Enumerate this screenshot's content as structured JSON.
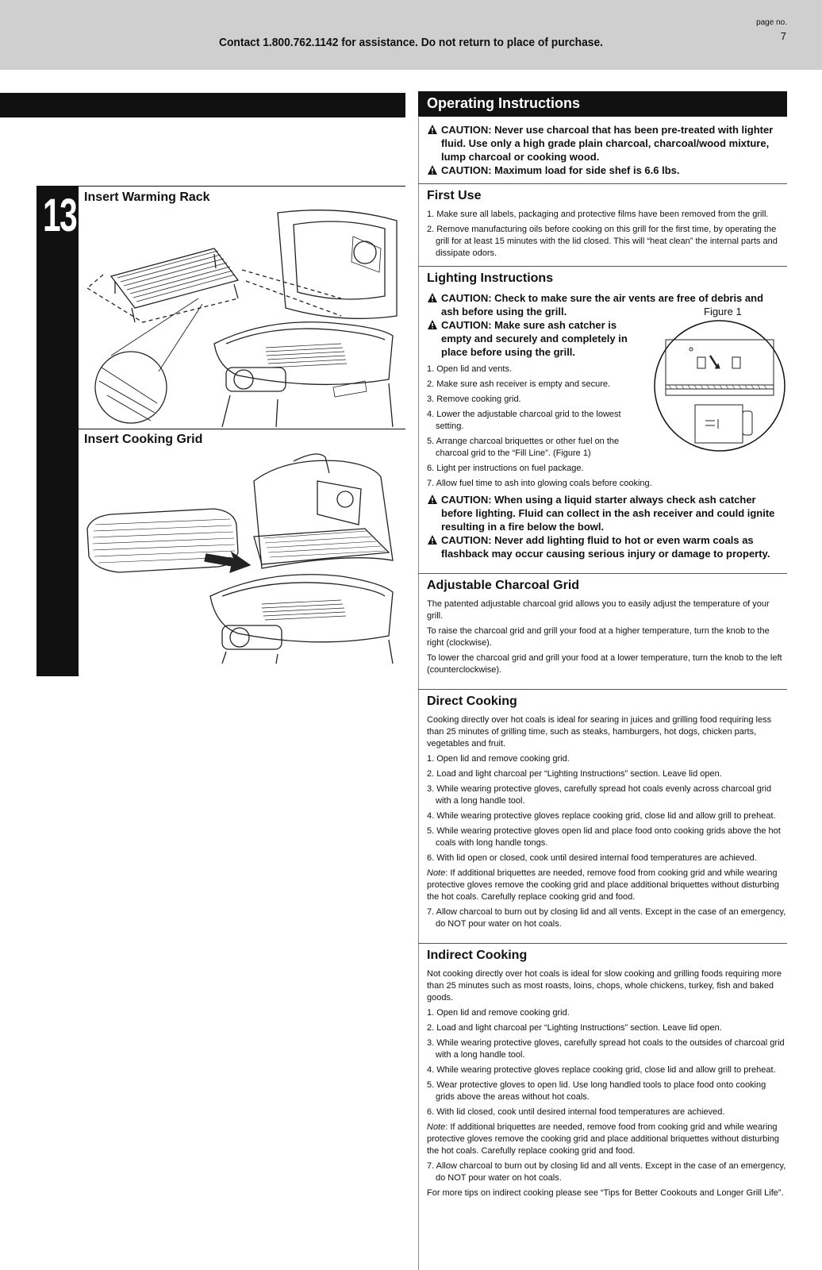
{
  "header": {
    "contact": "Contact 1.800.762.1142 for assistance. Do not return to place of purchase.",
    "page_label": "page no.",
    "page_number": "7"
  },
  "step": {
    "number": "13",
    "title_1": "Insert Warming Rack",
    "title_2": "Insert Cooking Grid"
  },
  "operating": {
    "title": "Operating Instructions",
    "cautions": [
      "CAUTION: Never use charcoal that has been pre-treated with lighter fluid. Use only a high grade plain charcoal, charcoal/wood mixture, lump charcoal or cooking wood.",
      "CAUTION: Maximum load for side shef is 6.6 lbs."
    ]
  },
  "first_use": {
    "title": "First Use",
    "items": [
      "1. Make sure all labels, packaging and protective films have been removed from the grill.",
      "2. Remove manufacturing oils before cooking on this grill for the first time, by operating the grill for at least 15 minutes with the lid closed. This will “heat clean” the internal parts and dissipate odors."
    ]
  },
  "lighting": {
    "title": "Lighting Instructions",
    "caution_1": "CAUTION: Check to make sure the air vents are free of debris and ash before using the grill.",
    "caution_2": "CAUTION: Make sure ash catcher is empty and securely and completely in place before using the grill.",
    "figure_label": "Figure 1",
    "items": [
      "1. Open lid and vents.",
      "2. Make sure ash receiver is empty and secure.",
      "3. Remove cooking grid.",
      "4. Lower the adjustable charcoal grid to the lowest setting.",
      "5. Arrange charcoal briquettes or other fuel on the charcoal grid to the “Fill Line”. (Figure 1)",
      "6. Light per instructions on fuel package.",
      "7. Allow fuel time to ash into glowing coals before cooking."
    ],
    "caution_3": "CAUTION: When using a liquid starter always check ash catcher before lighting. Fluid can collect in the ash receiver and could ignite resulting in a fire below the bowl.",
    "caution_4": "CAUTION: Never add lighting fluid to hot or even warm coals as flashback may occur causing serious injury or damage to property."
  },
  "adjustable": {
    "title": "Adjustable Charcoal Grid",
    "paras": [
      "The patented adjustable charcoal grid allows you to easily adjust the temperature of your grill.",
      "To raise the charcoal grid and grill your food at a higher temperature, turn the knob to the right (clockwise).",
      "To lower the charcoal grid and grill your food at a lower temperature, turn the knob to the left (counterclockwise)."
    ]
  },
  "direct": {
    "title": "Direct Cooking",
    "intro": "Cooking directly over hot coals is ideal for searing in juices and grilling food requiring less than 25 minutes of grilling time, such as steaks, hamburgers, hot dogs, chicken parts, vegetables and fruit.",
    "items": [
      "1. Open lid and remove cooking grid.",
      "2. Load and light charcoal per “Lighting Instructions” section. Leave lid open.",
      "3. While wearing protective gloves, carefully spread hot coals evenly across charcoal grid with a long handle tool.",
      "4. While wearing protective gloves replace cooking grid, close lid and allow grill to preheat.",
      "5. While wearing protective gloves open lid and place food onto cooking grids above the hot coals with long handle tongs.",
      "6. With lid open or closed, cook until desired internal food temperatures are achieved."
    ],
    "note_label": "Note",
    "note": ": If additional briquettes are needed, remove food from cooking grid and while wearing protective gloves remove the cooking grid and place additional briquettes without disturbing the hot coals. Carefully replace cooking grid and food.",
    "item_7": "7. Allow charcoal to burn out by closing lid and all vents. Except in the case of an emergency, do NOT pour water on hot coals."
  },
  "indirect": {
    "title": "Indirect Cooking",
    "intro": "Not cooking directly over hot coals is ideal for slow cooking and grilling foods requiring more than 25 minutes such as most roasts, loins, chops, whole chickens, turkey, fish and baked goods.",
    "items": [
      "1. Open lid and remove cooking grid.",
      "2. Load and light charcoal per “Lighting Instructions” section. Leave lid open.",
      "3. While wearing protective gloves, carefully spread hot coals to the outsides of charcoal grid with a long handle tool.",
      "4. While wearing protective gloves replace cooking grid, close lid and allow grill to preheat.",
      "5. Wear protective gloves to open lid. Use long handled tools to place food onto cooking grids above the areas without hot coals.",
      "6. With lid closed, cook until desired internal food temperatures are achieved."
    ],
    "note_label": "Note",
    "note": ": If additional briquettes are needed, remove food from cooking grid and while wearing protective gloves remove the cooking grid and place additional briquettes without disturbing the hot coals. Carefully replace cooking grid and food.",
    "item_7": "7. Allow charcoal to burn out by closing lid and all vents. Except in the case of an emergency, do NOT pour water on hot coals.",
    "footer": "For more tips on indirect cooking please see “Tips for Better Cookouts and Longer Grill Life”."
  }
}
